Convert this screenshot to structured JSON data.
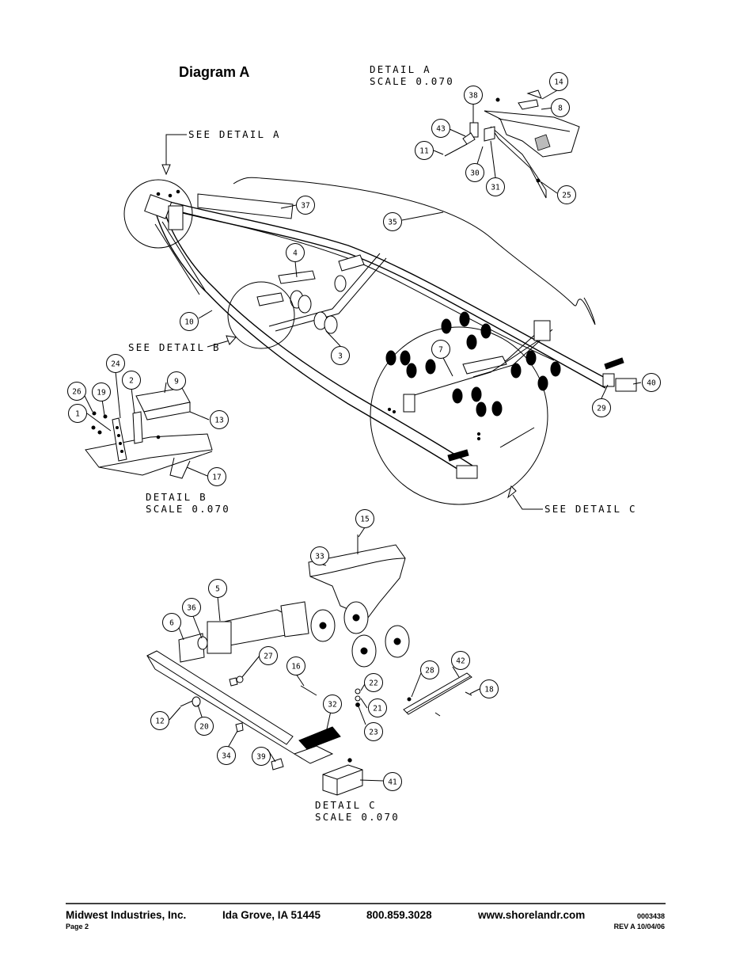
{
  "diagram_title": "Diagram A",
  "detail_a": {
    "line1": "DETAIL  A",
    "line2": "SCALE  0.070"
  },
  "detail_b": {
    "line1": "DETAIL  B",
    "line2": "SCALE  0.070"
  },
  "detail_c": {
    "line1": "DETAIL  C",
    "line2": "SCALE  0.070"
  },
  "callouts": {
    "see_a": "SEE DETAIL  A",
    "see_b": "SEE DETAIL  B",
    "see_c": "SEE DETAIL  C"
  },
  "parts": {
    "p1": "1",
    "p2": "2",
    "p3": "3",
    "p4": "4",
    "p5": "5",
    "p6": "6",
    "p7": "7",
    "p8": "8",
    "p9": "9",
    "p10": "10",
    "p11": "11",
    "p12": "12",
    "p13": "13",
    "p14": "14",
    "p15": "15",
    "p16": "16",
    "p17": "17",
    "p18": "18",
    "p19": "19",
    "p20": "20",
    "p21": "21",
    "p22": "22",
    "p23": "23",
    "p24": "24",
    "p25": "25",
    "p26": "26",
    "p27": "27",
    "p28": "28",
    "p29": "29",
    "p30": "30",
    "p31": "31",
    "p32": "32",
    "p33": "33",
    "p34": "34",
    "p35": "35",
    "p36": "36",
    "p37": "37",
    "p38": "38",
    "p39": "39",
    "p40": "40",
    "p41": "41",
    "p42": "42",
    "p43": "43"
  },
  "footer": {
    "company": "Midwest Industries, Inc.",
    "location": "Ida Grove, IA  51445",
    "phone": "800.859.3028",
    "website": "www.shorelandr.com",
    "doc_number": "0003438",
    "page": "Page 2",
    "revision": "REV A   10/04/06"
  }
}
